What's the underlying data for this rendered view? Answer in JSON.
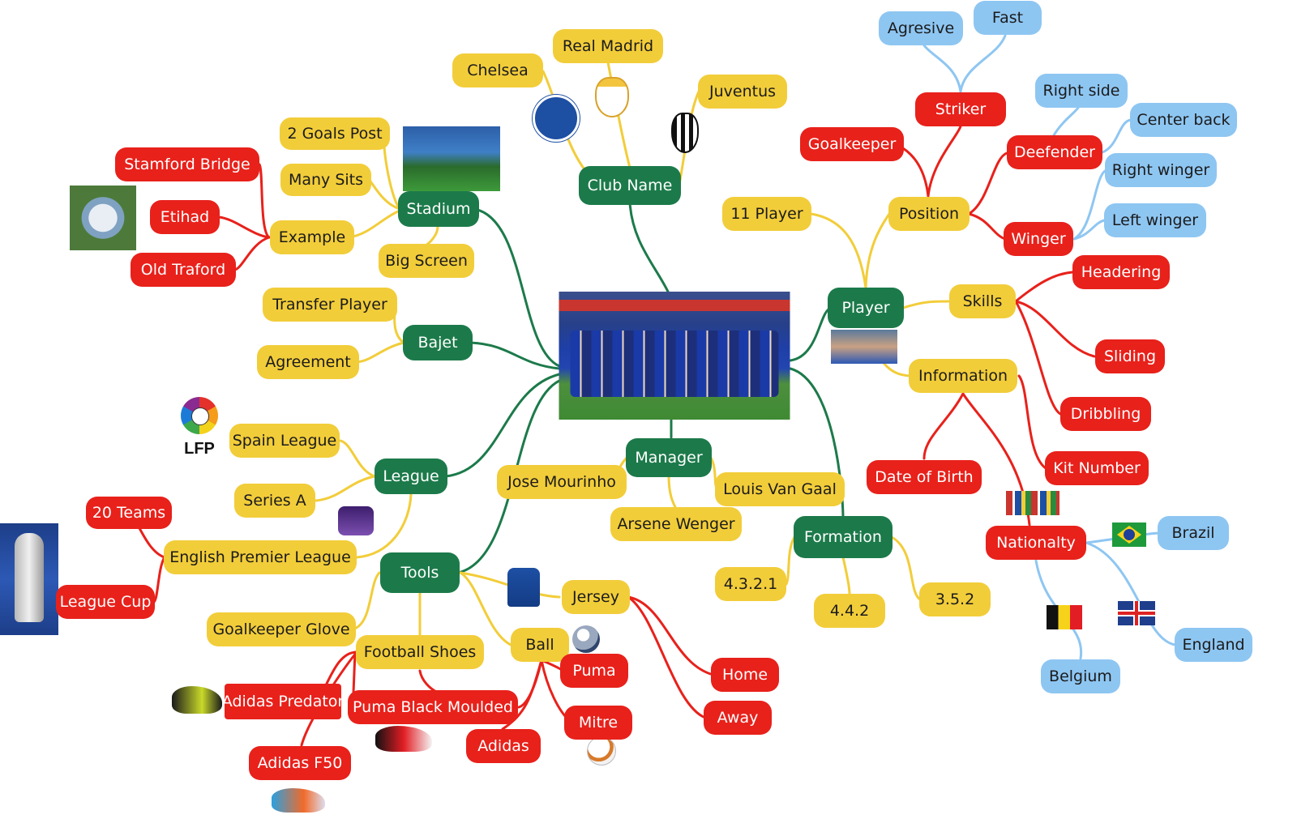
{
  "colors": {
    "green": "#1c7a4a",
    "yellow": "#f2cd3a",
    "red": "#e8211b",
    "blue": "#8ec6f2"
  },
  "nodes": {
    "club_name": "Club Name",
    "chelsea": "Chelsea",
    "real_madrid": "Real Madrid",
    "juventus": "Juventus",
    "stadium": "Stadium",
    "goals_post": "2 Goals Post",
    "many_sits": "Many Sits",
    "example": "Example",
    "big_screen": "Big Screen",
    "stamford_bridge": "Stamford Bridge",
    "etihad": "Etihad",
    "old_traford": "Old Traford",
    "bajet": "Bajet",
    "transfer_player": "Transfer Player",
    "agreement": "Agreement",
    "league": "League",
    "spain_league": "Spain League",
    "series_a": "Series A",
    "epl": "English Premier League",
    "twenty_teams": "20 Teams",
    "league_cup": "League Cup",
    "tools": "Tools",
    "goalkeeper_glove": "Goalkeeper Glove",
    "football_shoes": "Football Shoes",
    "ball": "Ball",
    "jersey": "Jersey",
    "adidas_predator": "Adidas Predator",
    "adidas_f50": "Adidas F50",
    "puma_black": "Puma Black Moulded",
    "adidas": "Adidas",
    "puma": "Puma",
    "mitre": "Mitre",
    "home": "Home",
    "away": "Away",
    "manager": "Manager",
    "jose": "Jose Mourinho",
    "louis": "Louis Van Gaal",
    "arsene": "Arsene Wenger",
    "formation": "Formation",
    "f4321": "4.3.2.1",
    "f442": "4.4.2",
    "f352": "3.5.2",
    "player": "Player",
    "eleven_player": "11 Player",
    "position": "Position",
    "skills": "Skills",
    "information": "Information",
    "goalkeeper": "Goalkeeper",
    "striker": "Striker",
    "agresive": "Agresive",
    "fast": "Fast",
    "deefender": "Deefender",
    "right_side": "Right side",
    "center_back": "Center back",
    "winger": "Winger",
    "right_winger": "Right winger",
    "left_winger": "Left winger",
    "headering": "Headering",
    "sliding": "Sliding",
    "dribbling": "Dribbling",
    "date_of_birth": "Date of Birth",
    "kit_number": "Kit Number",
    "nationalty": "Nationalty",
    "brazil": "Brazil",
    "belgium": "Belgium",
    "england": "England",
    "lfp": "LFP"
  }
}
